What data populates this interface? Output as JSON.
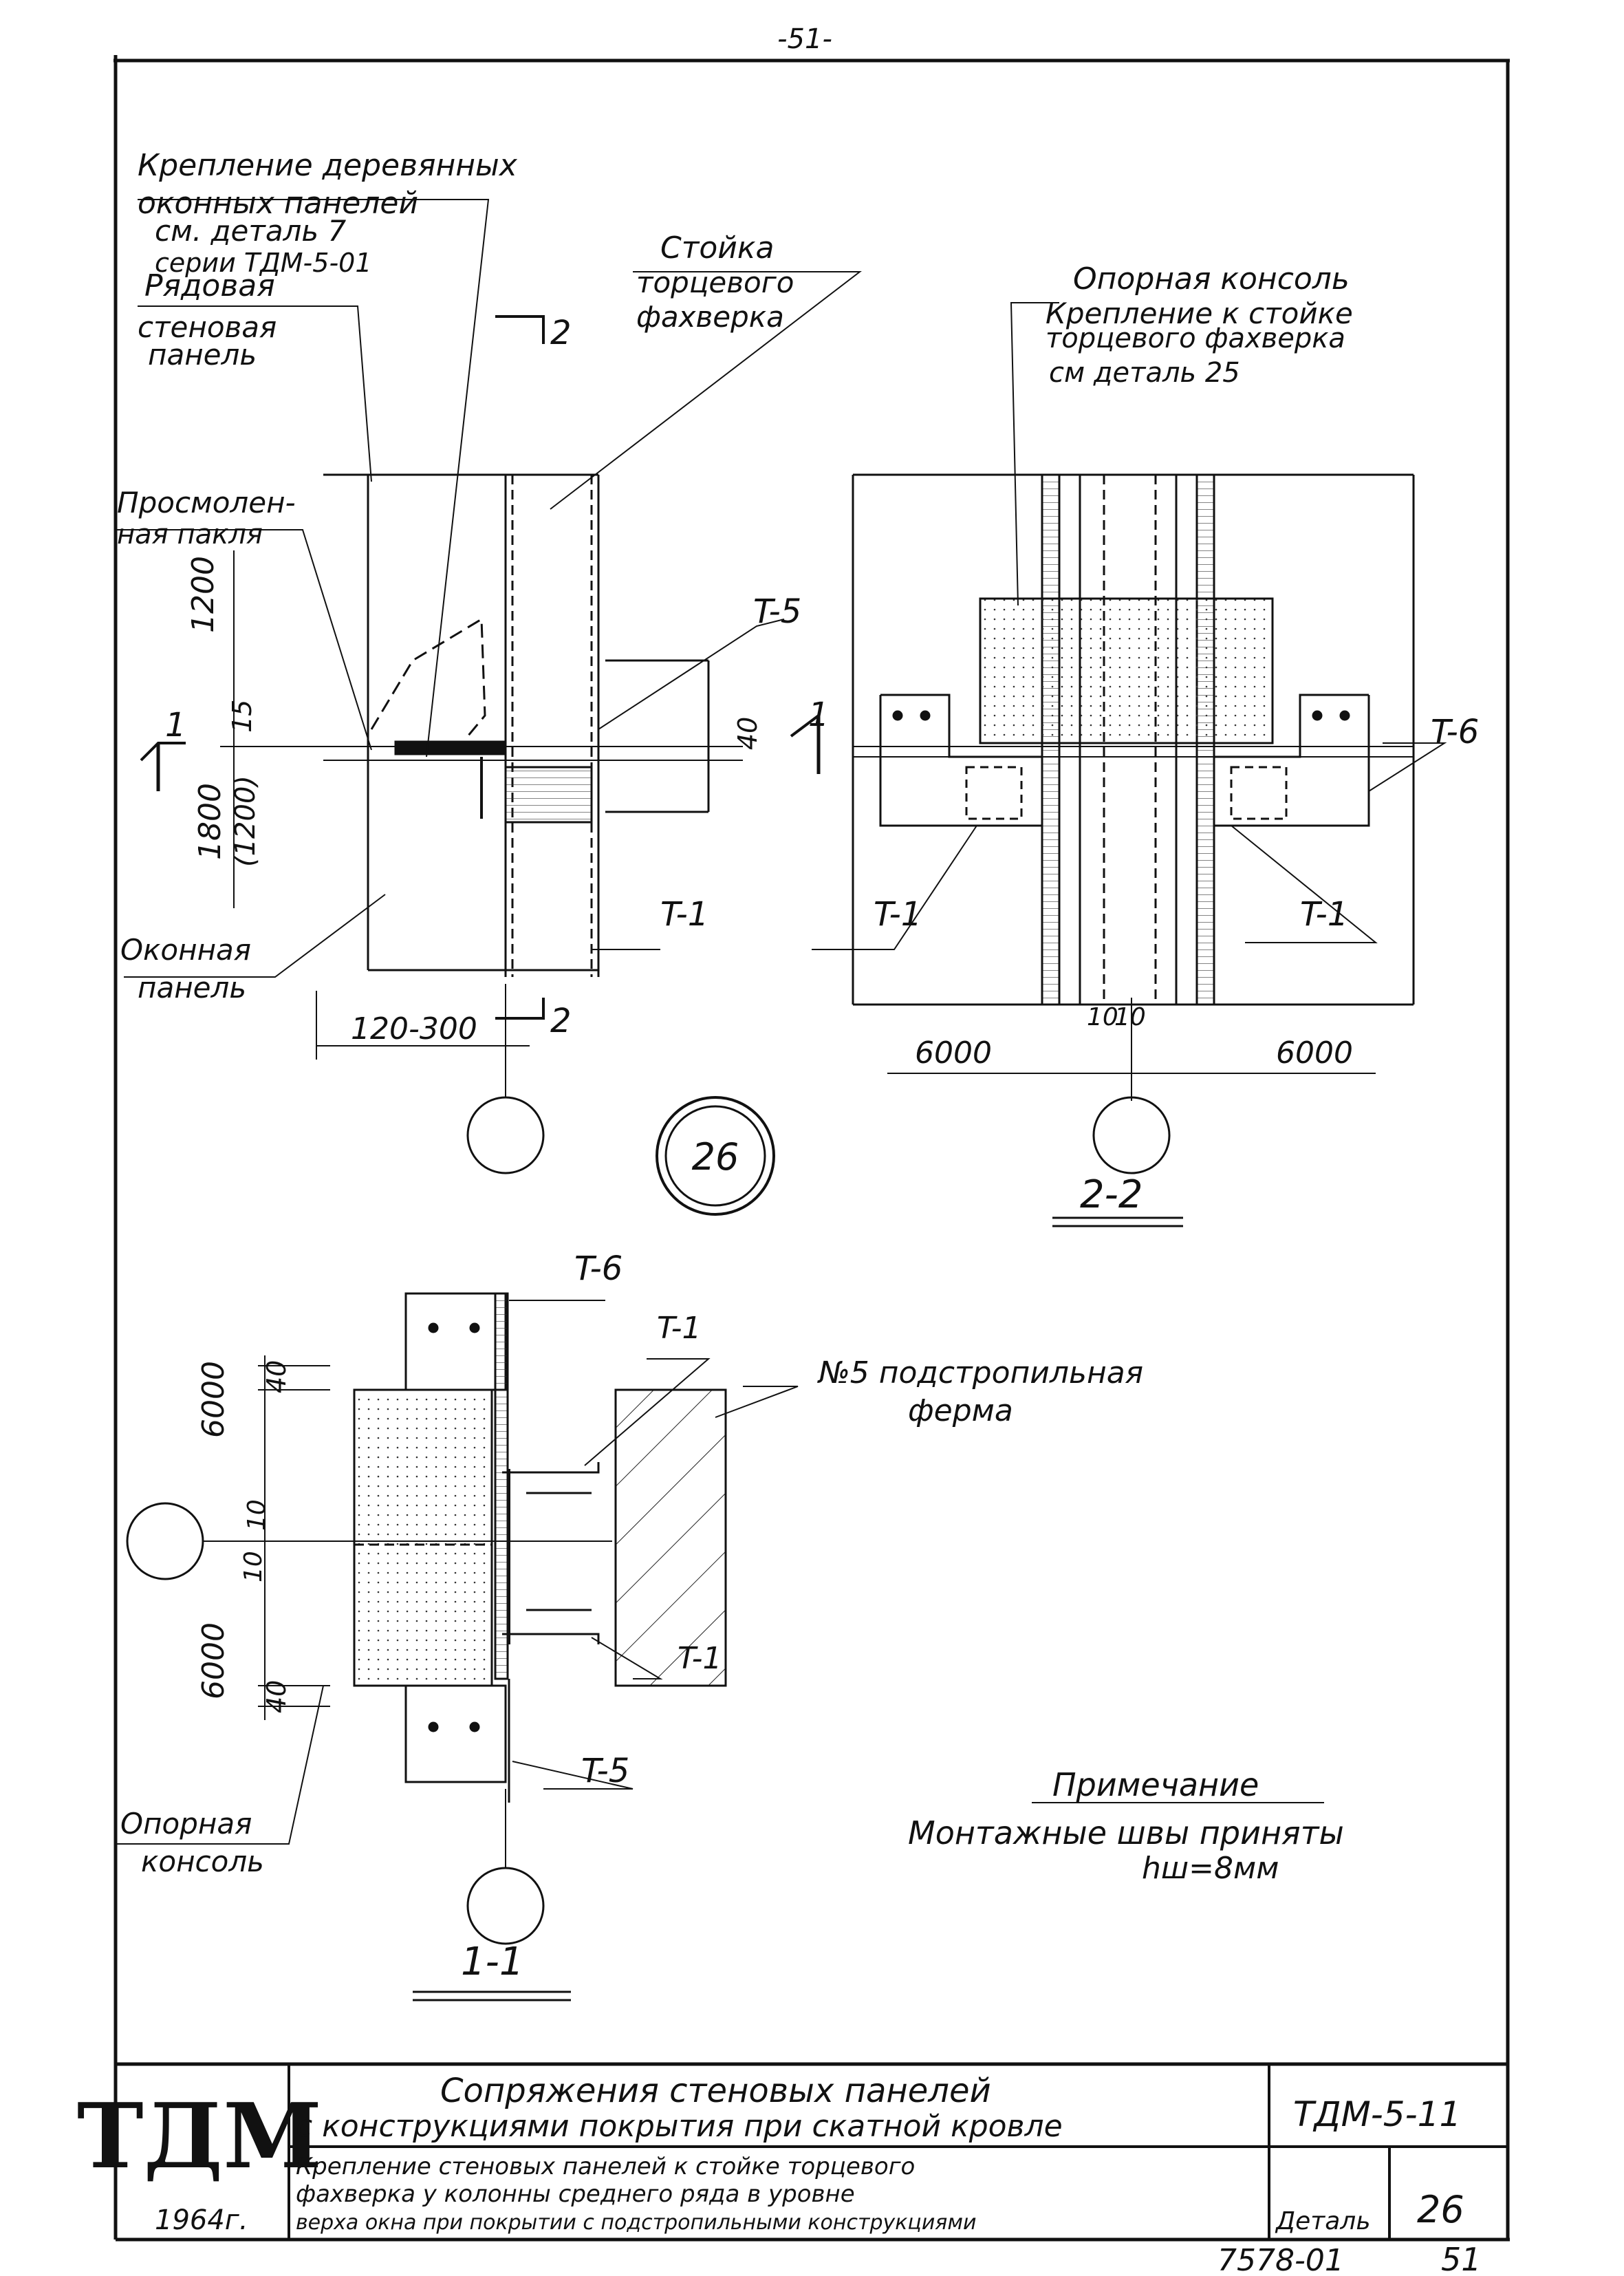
{
  "page_number_top": "-51-",
  "labels": {
    "fastening_windows": [
      "Крепление деревянных",
      "оконных панелей",
      "см. деталь 7",
      "серии ТДМ-5-01"
    ],
    "row_wall_panel": [
      "Рядовая",
      "стеновая",
      "панель"
    ],
    "post_end_frame": [
      "Стойка",
      "торцевого",
      "фахверка"
    ],
    "support_console_top": [
      "Опорная консоль",
      "Крепление к стойке",
      "торцевого фахверка",
      "см деталь 25"
    ],
    "tarred_tow": [
      "Просмолен-",
      "ная пакля"
    ],
    "window_panel": [
      "Оконная",
      "панель"
    ],
    "truss": [
      "№5 подстропильная",
      "ферма"
    ],
    "support_console_bottom": [
      "Опорная",
      "консоль"
    ],
    "note_title": "Примечание",
    "note_text": "Монтажные швы приняты",
    "note_value": "hш=8мм"
  },
  "marks": {
    "t5": "T-5",
    "t6": "T-6",
    "t1": "T-1",
    "sec2": "2",
    "sec1": "1",
    "section_22": "2-2",
    "section_11": "1-1",
    "detail_no": "26"
  },
  "dims": {
    "d1200": "1200",
    "d15": "15",
    "d1800": "1800",
    "d1200p": "(1200)",
    "d120_300": "120-300",
    "d40": "40",
    "d6000": "6000",
    "d10": "10"
  },
  "title_block": {
    "org": "ТДМ",
    "year": "1964г.",
    "title_1": "Сопряжения стеновых панелей",
    "title_2": "с конструкциями покрытия при скатной кровле",
    "desc_1": "Крепление стеновых панелей к стойке торцевого",
    "desc_2": "фахверка у колонны среднего ряда в уровне",
    "desc_3": "верха окна при покрытии с подстропильными конструкциями",
    "series": "ТДМ-5-11",
    "detail_label": "Деталь",
    "detail_value": "26",
    "archive_no": "7578-01",
    "sheet_no": "51"
  }
}
